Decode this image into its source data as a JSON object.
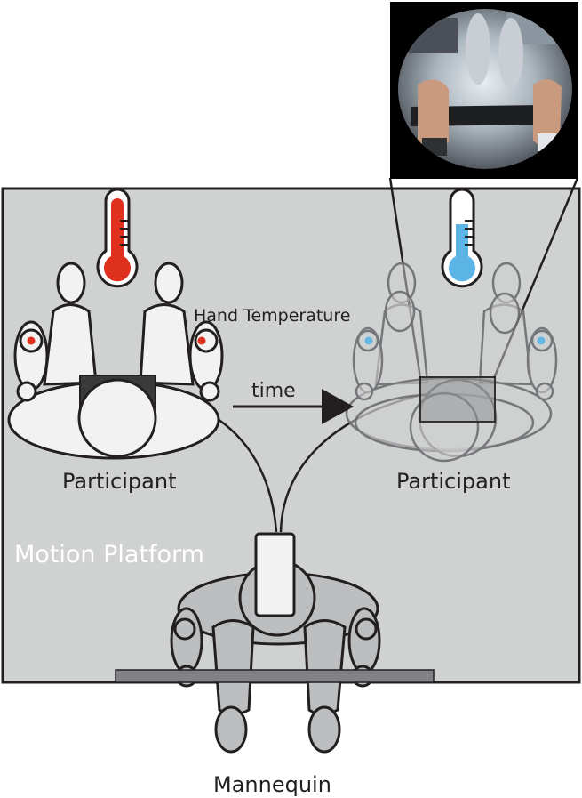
{
  "labels": {
    "hand_temperature": "Hand Temperature",
    "time": "time",
    "participant_left": "Participant",
    "participant_right": "Participant",
    "motion_platform": "Motion Platform",
    "mannequin": "Mannequin"
  },
  "thermometers": {
    "hot_color": "#e0301e",
    "cold_color": "#5bb4e5"
  },
  "colors": {
    "platform": "#cfd2d1",
    "figure": "#f2f2f2",
    "mannequin": "#bcbec0",
    "outline": "#231f20"
  },
  "photo_inset": {
    "icon": "camera-view-photo"
  }
}
